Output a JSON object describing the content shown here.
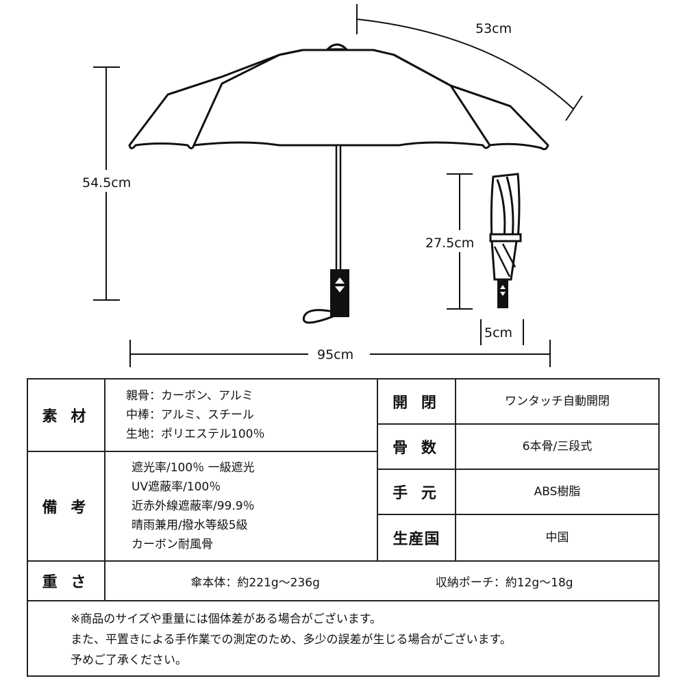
{
  "dimensions": {
    "canopy_arc": "53cm",
    "open_height": "54.5cm",
    "folded_length": "27.5cm",
    "folded_width": "5cm",
    "open_diameter": "95cm"
  },
  "spec": {
    "material": {
      "header": "素 材",
      "lines": [
        "親骨：カーボン、アルミ",
        "中棒：アルミ、スチール",
        "生地：ポリエステル100％"
      ]
    },
    "remarks": {
      "header": "備 考",
      "lines": [
        "遮光率/100％  一級遮光",
        "UV遮蔽率/100％",
        "近赤外線遮蔽率/99.9％",
        "晴雨兼用/撥水等級5級",
        "カーボン耐風骨"
      ]
    },
    "open_close": {
      "header": "開 閉",
      "value": "ワンタッチ自動開閉"
    },
    "ribs": {
      "header": "骨 数",
      "value": "6本骨/三段式"
    },
    "handle": {
      "header": "手 元",
      "value": "ABS樹脂"
    },
    "origin": {
      "header": "生産国",
      "value": "中国"
    },
    "weight": {
      "header": "重 さ",
      "body": "傘本体：約221g～236g",
      "pouch": "収納ポーチ：約12g～18g"
    },
    "notes": [
      "※商品のサイズや重量には個体差がある場合がございます。",
      "また、平置きによる手作業での測定のため、多少の誤差が生じる場合がございます。",
      "予めご了承ください。"
    ]
  }
}
